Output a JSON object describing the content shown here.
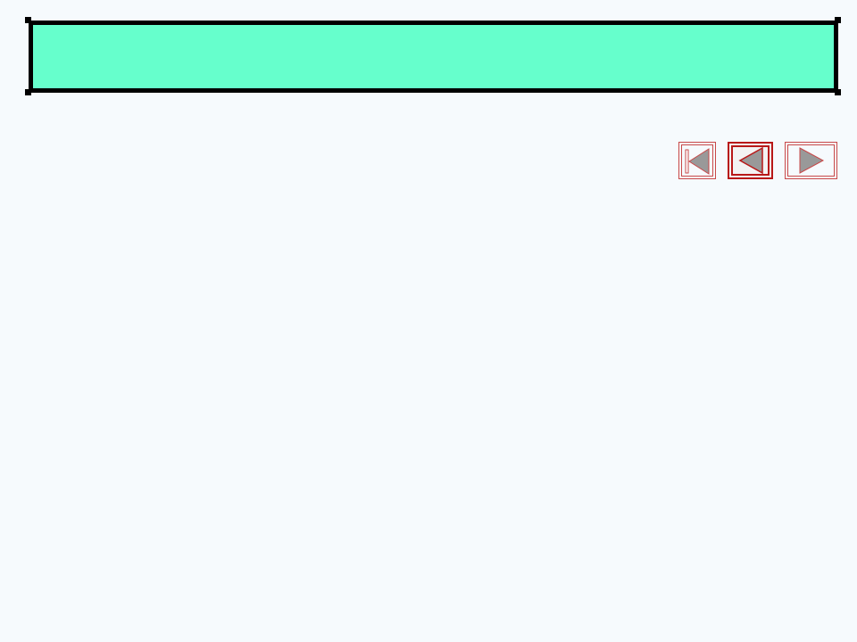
{
  "slide": {
    "title": "",
    "colors": {
      "background": "#f6fafd",
      "banner_fill": "#66ffcc",
      "banner_border": "#000000",
      "nav_border": "#c84848",
      "nav_active_border": "#b81818",
      "nav_arrow_fill": "#999999"
    }
  },
  "navigation": {
    "buttons": [
      {
        "name": "first-slide-button",
        "icon": "skip-to-start-icon",
        "state": "normal"
      },
      {
        "name": "previous-slide-button",
        "icon": "arrow-left-icon",
        "state": "active"
      },
      {
        "name": "next-slide-button",
        "icon": "arrow-right-icon",
        "state": "normal"
      }
    ]
  }
}
